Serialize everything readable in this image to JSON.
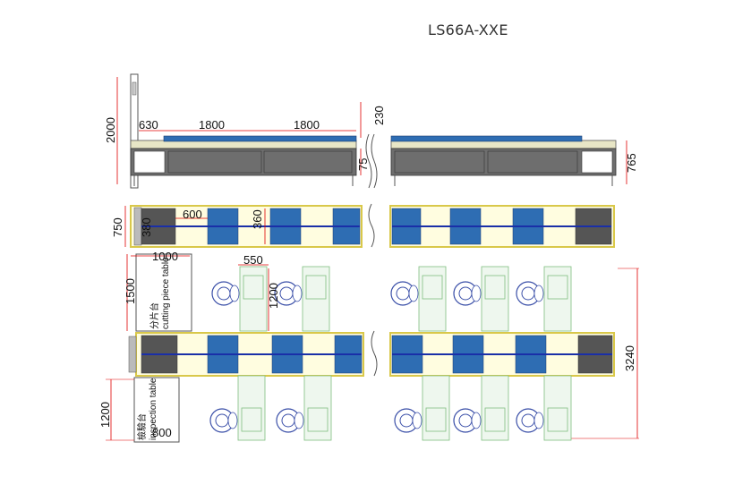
{
  "title": "LS66A-XXE",
  "dimensions": {
    "elevation_height": "2000",
    "elevation_left": "630",
    "elevation_span_1": "1800",
    "elevation_span_2": "1800",
    "elevation_top": "230",
    "elevation_table_thickness": "75",
    "elevation_table_height": "765",
    "plan_width": "750",
    "plan_inner": "380",
    "plan_cell": "600",
    "plan_cell_depth": "360",
    "cutting_width": "1000",
    "cutting_depth": "1500",
    "station_width": "550",
    "station_depth": "1200",
    "inspection_depth": "1200",
    "inspection_width": "800",
    "total_length": "3240"
  },
  "labels": {
    "cutting_table_cn": "分片台",
    "cutting_table_en": "cutting piece table",
    "inspection_table_cn": "檢驗台",
    "inspection_table_en": "inspection table"
  },
  "colors": {
    "dimension": "#e00000",
    "belt_blue": "#2e6db3",
    "frame_gray": "#6e6e6e",
    "table_yellow": "#d9c84a",
    "chair_blue": "#3a4fa8",
    "station_green": "#7fbf7f"
  }
}
